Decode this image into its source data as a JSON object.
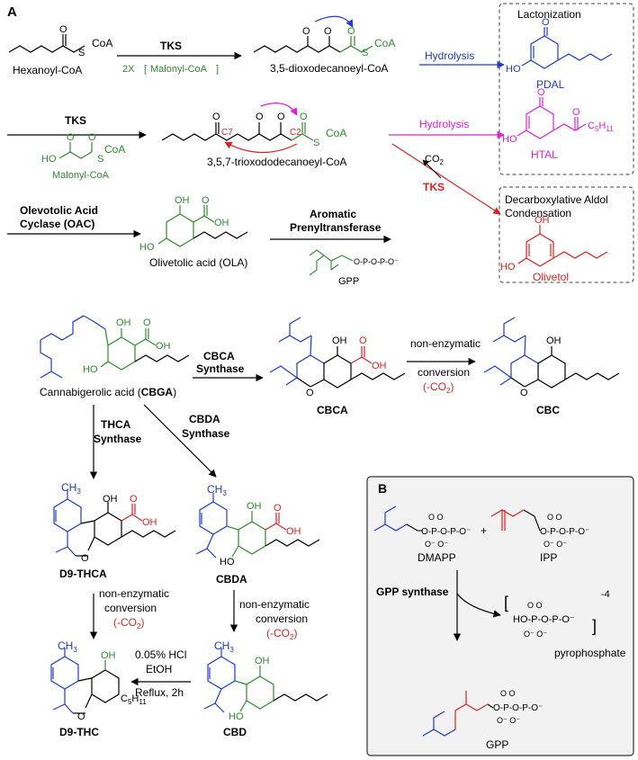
{
  "colors": {
    "black": "#000000",
    "green": "#2e8b2e",
    "blue": "#1f3ad6",
    "red": "#e02020",
    "magenta": "#e020d0",
    "panel_bg": "#f2f2f2"
  },
  "panel_a": {
    "label": "A",
    "hexanoyl_coa": "Hexanoyl-CoA",
    "coa": "CoA",
    "s": "S",
    "tks1": "TKS",
    "malonyl_x2": "2X",
    "malonyl_coa": "Malonyl-CoA",
    "diox": "3,5-dioxodecanoeyl-CoA",
    "hydrolysis1": "Hydrolysis",
    "lactonization": "Lactonization",
    "pdal": "PDAL",
    "ho": "HO",
    "o": "O",
    "tks2": "TKS",
    "c7": "C7",
    "c2": "C2",
    "triox": "3,5,7-trioxododecanoeyl-CoA",
    "malonyl_coa2": "Malonyl-CoA",
    "hydrolysis2": "Hydrolysis",
    "htal": "HTAL",
    "c5h11": "C5H11",
    "co2": "CO2",
    "tks3": "TKS",
    "decarb1": "Decarboxylative Aldol",
    "decarb2": "Condensation",
    "olivetol": "Olivetol",
    "oac1": "Olevotolic Acid",
    "oac2": "Cyclase (OAC)",
    "oh": "OH",
    "ola": "Olivetolic acid (OLA)",
    "prenyl1": "Aromatic",
    "prenyl2": "Prenyltransferase",
    "gpp": "GPP"
  },
  "lower": {
    "cbga_prefix": "Cannabigerolic acid (",
    "cbga_bold": "CBGA",
    "cbga_suffix": ")",
    "cbca_synth1": "CBCA",
    "cbca_synth2": "Synthase",
    "cbca": "CBCA",
    "nonenz1": "non-enzymatic",
    "conv1": "conversion",
    "minus_co2": "(-CO2)",
    "cbc": "CBC",
    "thca_synth1": "THCA",
    "thca_synth2": "Synthase",
    "cbda_synth1": "CBDA",
    "cbda_synth2": "Synthase",
    "ch3": "CH3",
    "d9thca": "D9-THCA",
    "cbda": "CBDA",
    "nonenz2": "non-enzymatic",
    "conv2": "conversion",
    "nonenz3": "non-enzymatic",
    "conv3": "conversion",
    "hcl": "0.05% HCl",
    "etoh": "EtOH",
    "reflux": "Reflux, 2h",
    "d9thc": "D9-THC",
    "cbd": "CBD"
  },
  "panel_b": {
    "label": "B",
    "dmapp": "DMAPP",
    "ipp": "IPP",
    "plus": "+",
    "gpp_synthase": "GPP synthase",
    "pyrophosphate": "pyrophosphate",
    "charge": "-4",
    "gpp": "GPP",
    "p": "P",
    "o": "O",
    "ho": "HO"
  }
}
